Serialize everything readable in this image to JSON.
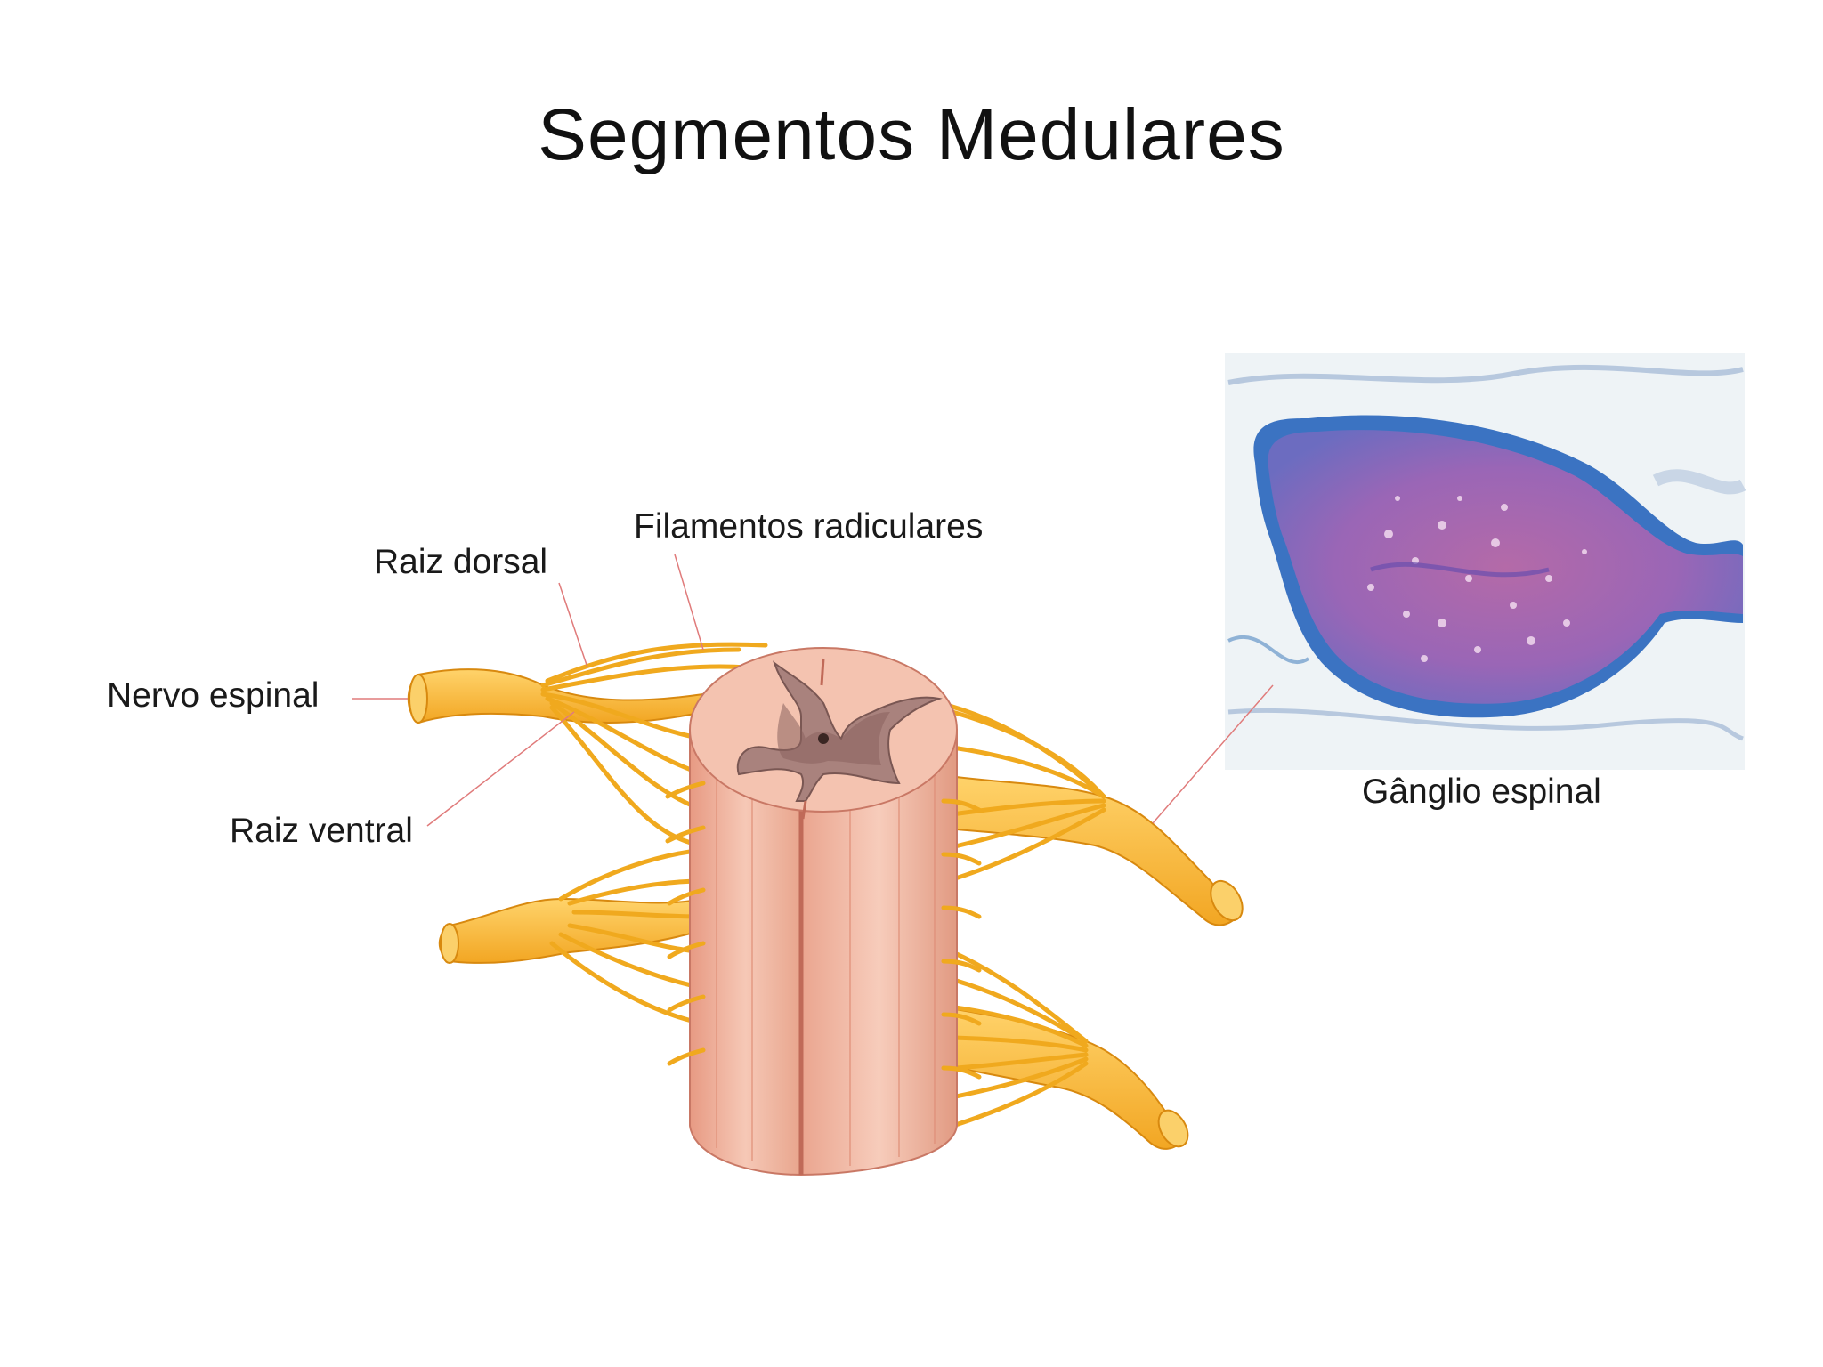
{
  "slide": {
    "title": "Segmentos Medulares"
  },
  "labels": {
    "nervo_espinal": "Nervo espinal",
    "raiz_dorsal": "Raiz dorsal",
    "filamentos_radiculares": "Filamentos radiculares",
    "raiz_ventral": "Raiz ventral",
    "ganglio_espinal": "Gânglio espinal"
  },
  "colors": {
    "nerve": "#f5b52e",
    "nerve_outline": "#d8890f",
    "cord": "#f0b7a0",
    "grey_matter": "#9a6f6a",
    "leader_line": "#e07b7b",
    "stain_purple": "#7d5db5",
    "stain_blue": "#3d6fbf"
  }
}
